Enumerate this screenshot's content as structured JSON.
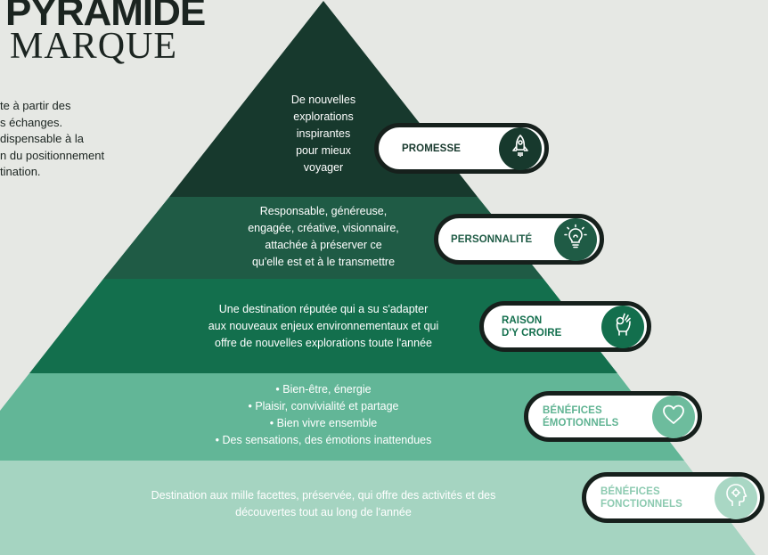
{
  "title": {
    "line1": "PYRAMIDE",
    "line2": "MARQUE"
  },
  "intro_lines": [
    "te à partir des",
    "s échanges.",
    "dispensable à la",
    "n du positionnement",
    "tination."
  ],
  "tiers": [
    {
      "name": "promesse",
      "color": "#17392d",
      "text_lines": [
        "De nouvelles",
        "explorations",
        "inspirantes",
        "pour mieux",
        "voyager"
      ],
      "label_lines": [
        "PROMESSE"
      ],
      "icon": "rocket-icon",
      "label_color": "#17392d",
      "icon_bg": "#17392d"
    },
    {
      "name": "personnalite",
      "color": "#1f5b45",
      "text_lines": [
        "Responsable, généreuse,",
        "engagée, créative, visionnaire,",
        "attachée à préserver ce",
        "qu'elle est et à le transmettre"
      ],
      "label_lines": [
        "PERSONNALITÉ"
      ],
      "icon": "lightbulb-icon",
      "label_color": "#1f5b45",
      "icon_bg": "#1f5b45"
    },
    {
      "name": "raison",
      "color": "#136f4d",
      "text_lines": [
        "Une destination réputée qui a su s'adapter",
        "aux nouveaux enjeux  environnementaux et qui",
        "offre de nouvelles explorations toute l'année"
      ],
      "label_lines": [
        "RAISON",
        "D'Y CROIRE"
      ],
      "icon": "ok-hand-icon",
      "label_color": "#136f4d",
      "icon_bg": "#136f4d"
    },
    {
      "name": "emotionnels",
      "color": "#62b697",
      "text_lines": [
        "• Bien-être, énergie",
        "• Plaisir, convivialité et partage",
        "• Bien vivre ensemble",
        "• Des sensations, des émotions inattendues"
      ],
      "label_lines": [
        "BÉNÉFICES",
        "ÉMOTIONNELS"
      ],
      "icon": "heart-icon",
      "label_color": "#5fb392",
      "icon_bg": "#6dbc9d"
    },
    {
      "name": "fonctionnels",
      "color": "#a5d4c1",
      "text_lines": [
        "Destination aux mille facettes, préservée, qui offre des activités et des",
        "découvertes tout au long de l'année"
      ],
      "label_lines": [
        "BÉNÉFICES",
        "FONCTIONNELS"
      ],
      "icon": "head-gear-icon",
      "label_color": "#8ccab0",
      "icon_bg": "#a9d7c4"
    }
  ]
}
